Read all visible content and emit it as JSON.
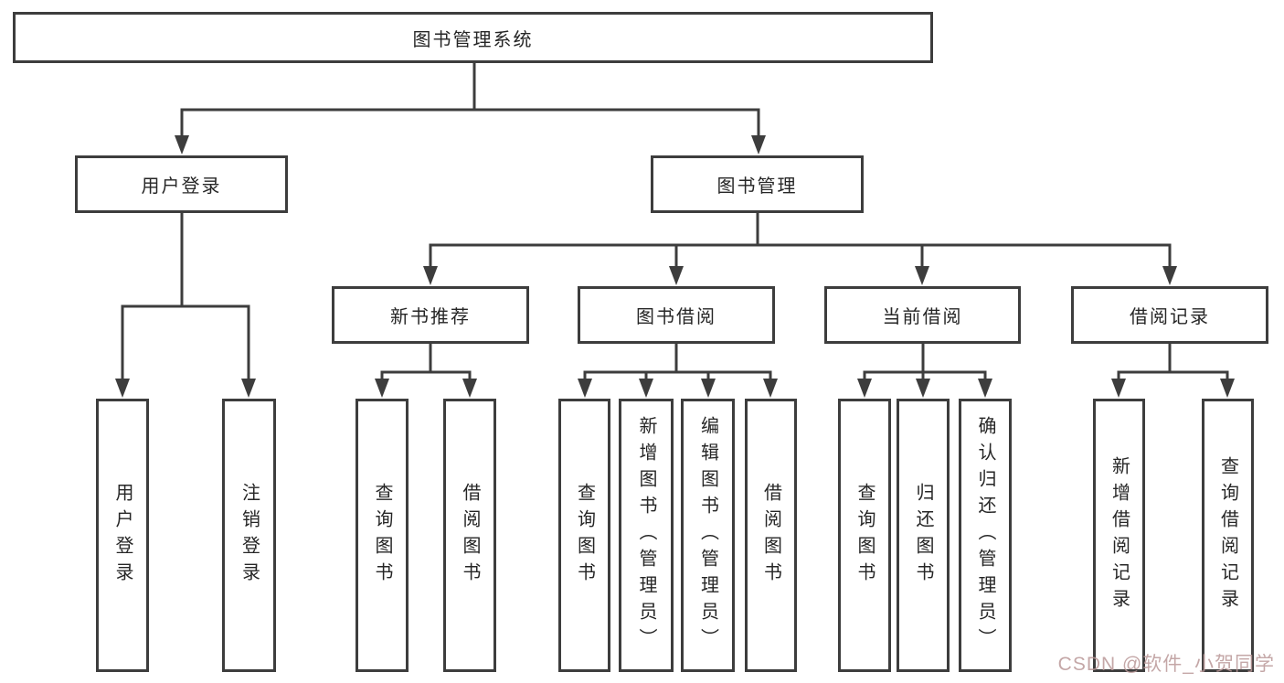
{
  "nodes": {
    "root": "图书管理系统",
    "level2": {
      "user_login": "用户登录",
      "book_mgmt": "图书管理"
    },
    "level3": {
      "new_books": "新书推荐",
      "book_borrow": "图书借阅",
      "current_borrow": "当前借阅",
      "borrow_records": "借阅记录"
    },
    "leaves": {
      "user_login": "用户登录",
      "logout": "注销登录",
      "nb_query": "查询图书",
      "nb_borrow": "借阅图书",
      "bb_query": "查询图书",
      "bb_add": "新增图书（管理员）",
      "bb_edit": "编辑图书（管理员）",
      "bb_borrow": "借阅图书",
      "cb_query": "查询图书",
      "cb_return": "归还图书",
      "cb_confirm": "确认归还（管理员）",
      "br_add": "新增借阅记录",
      "br_query": "查询借阅记录"
    }
  },
  "watermark": "CSDN @软件_小贺同学",
  "colors": {
    "line": "#3d3d3d",
    "text": "#262626",
    "watermark": "#ba9898",
    "background": "#ffffff"
  }
}
